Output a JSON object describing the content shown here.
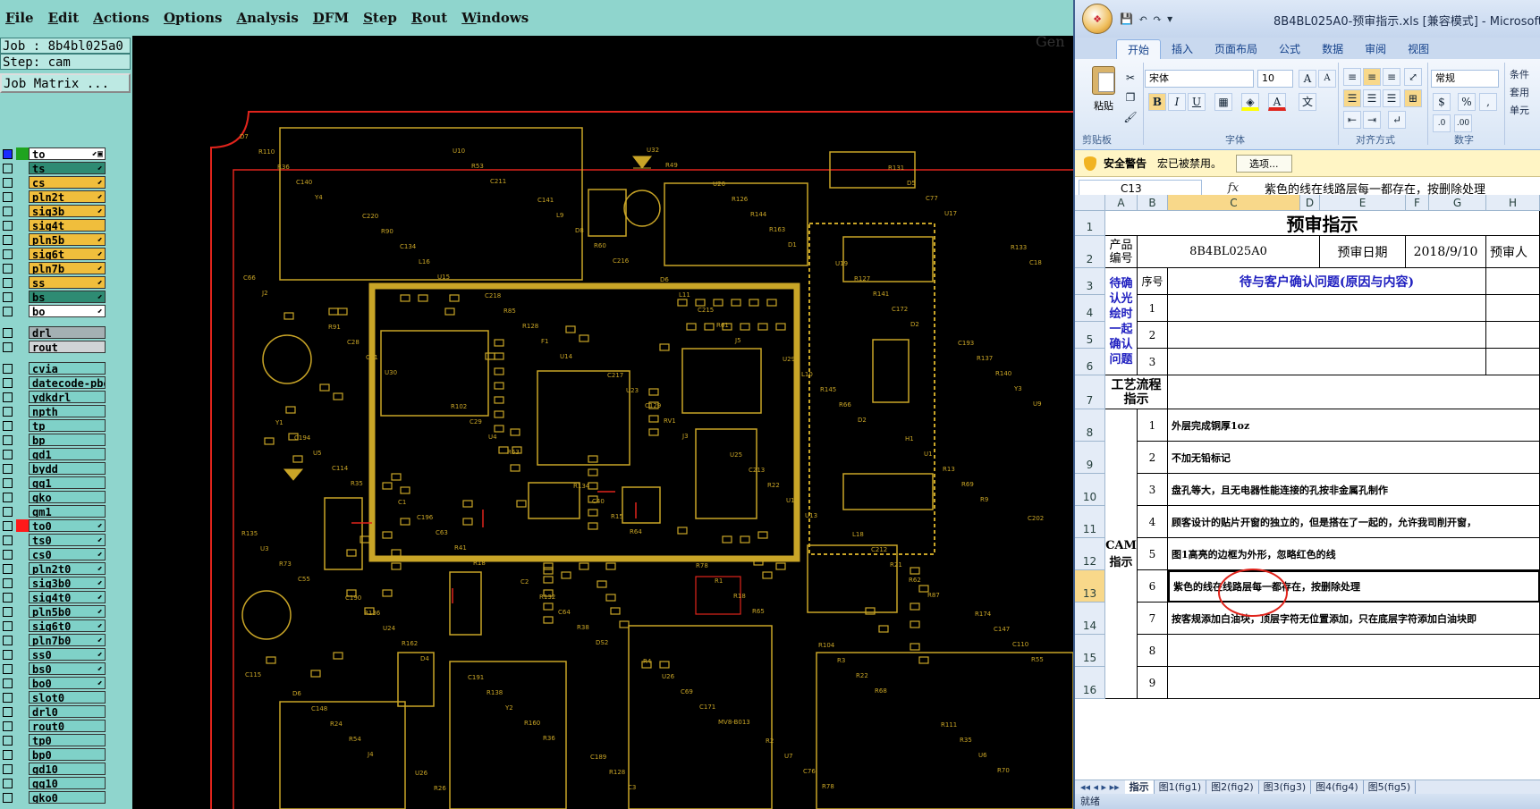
{
  "cam": {
    "menu": [
      "File",
      "Edit",
      "Actions",
      "Options",
      "Analysis",
      "DFM",
      "Step",
      "Rout",
      "Windows"
    ],
    "job_label": "Job : 8b4bl025a0",
    "step_label": "Step: cam",
    "job_matrix_label": "Job Matrix ...",
    "layers_top": [
      {
        "name": "to",
        "bg": "#ffffff",
        "swatch": "#1fa41f",
        "sel": true,
        "flag": "⬋▣"
      },
      {
        "name": "ts",
        "bg": "#2e8b73",
        "flag": "⬋"
      },
      {
        "name": "cs",
        "bg": "#f0be3c",
        "flag": "⬋"
      },
      {
        "name": "pln2t",
        "bg": "#f0be3c",
        "flag": "⬋"
      },
      {
        "name": "sig3b",
        "bg": "#f0be3c",
        "flag": "⬋"
      },
      {
        "name": "sig4t",
        "bg": "#f0be3c",
        "flag": ""
      },
      {
        "name": "pln5b",
        "bg": "#f0be3c",
        "flag": "⬋"
      },
      {
        "name": "sig6t",
        "bg": "#f0be3c",
        "flag": "⬋"
      },
      {
        "name": "pln7b",
        "bg": "#f0be3c",
        "flag": "⬋"
      },
      {
        "name": "ss",
        "bg": "#f0be3c",
        "flag": "⬋"
      },
      {
        "name": "bs",
        "bg": "#2e8b73",
        "flag": "⬋"
      },
      {
        "name": "bo",
        "bg": "#ffffff",
        "flag": "⬋"
      }
    ],
    "layers_mid": [
      {
        "name": "drl",
        "bg": "#a4b0b3",
        "flag": ""
      },
      {
        "name": "rout",
        "bg": "#d0d4d6",
        "flag": ""
      }
    ],
    "layers_bottom": [
      {
        "name": "cvia",
        "flag": ""
      },
      {
        "name": "datecode-pbo",
        "flag": ""
      },
      {
        "name": "ydkdrl",
        "flag": ""
      },
      {
        "name": "npth",
        "flag": ""
      },
      {
        "name": "tp",
        "flag": ""
      },
      {
        "name": "bp",
        "flag": ""
      },
      {
        "name": "gd1",
        "flag": ""
      },
      {
        "name": "bydd",
        "flag": ""
      },
      {
        "name": "gg1",
        "flag": ""
      },
      {
        "name": "gko",
        "flag": ""
      },
      {
        "name": "gm1",
        "flag": ""
      },
      {
        "name": "to0",
        "flag": "⬋",
        "swatch": "#ff1a1a"
      },
      {
        "name": "ts0",
        "flag": "⬋"
      },
      {
        "name": "cs0",
        "flag": "⬋"
      },
      {
        "name": "pln2t0",
        "flag": "⬋"
      },
      {
        "name": "sig3b0",
        "flag": "⬋"
      },
      {
        "name": "sig4t0",
        "flag": "⬋"
      },
      {
        "name": "pln5b0",
        "flag": "⬋"
      },
      {
        "name": "sig6t0",
        "flag": "⬋"
      },
      {
        "name": "pln7b0",
        "flag": "⬋"
      },
      {
        "name": "ss0",
        "flag": "⬋"
      },
      {
        "name": "bs0",
        "flag": "⬋"
      },
      {
        "name": "bo0",
        "flag": "⬋"
      },
      {
        "name": "slot0",
        "flag": ""
      },
      {
        "name": "drl0",
        "flag": ""
      },
      {
        "name": "rout0",
        "flag": ""
      },
      {
        "name": "tp0",
        "flag": ""
      },
      {
        "name": "bp0",
        "flag": ""
      },
      {
        "name": "gd10",
        "flag": ""
      },
      {
        "name": "gg10",
        "flag": ""
      },
      {
        "name": "gko0",
        "flag": ""
      }
    ],
    "top_right_fragment": "Gen",
    "refdes": [
      "D7",
      "C220",
      "C218",
      "C217",
      "U25",
      "L18",
      "R174",
      "D6",
      "U26",
      "C141",
      "D6",
      "U29",
      "H1",
      "C202",
      "C190",
      "C191",
      "C189",
      "U20",
      "U19",
      "C193",
      "Y1",
      "C1",
      "C2",
      "R4",
      "R2",
      "R131",
      "R133",
      "R91",
      "R102",
      "R134",
      "R78",
      "R104",
      "R111",
      "R110",
      "R90",
      "R85",
      "U23",
      "C213",
      "C212",
      "C147",
      "C148",
      "R26",
      "L9",
      "L11",
      "L10",
      "U1",
      "R135",
      "R136",
      "R138",
      "R128",
      "R126",
      "R127",
      "R137",
      "C194",
      "C196",
      "R132",
      "U26",
      "U7",
      "D5",
      "C18",
      "C28",
      "C29",
      "C40",
      "R1",
      "R3",
      "R35",
      "R36",
      "C134",
      "R128",
      "C129",
      "R22",
      "R21",
      "C110",
      "R24",
      "U10",
      "D8",
      "C215",
      "R145",
      "R13",
      "U3",
      "U24",
      "Y2",
      "C3",
      "R144",
      "R141",
      "R140",
      "U5",
      "C63",
      "C64",
      "C69",
      "C76",
      "C77",
      "C66",
      "C91",
      "U4",
      "R15",
      "R18",
      "R22",
      "U6",
      "C140",
      "L16",
      "F1",
      "RV1",
      "U16",
      "R62",
      "R55",
      "R54",
      "R53",
      "R60",
      "R61",
      "R66",
      "R69",
      "R73",
      "R162",
      "R160",
      "U32",
      "R163",
      "C172",
      "Y3",
      "C114",
      "R41",
      "R38",
      "C171",
      "R78",
      "U17",
      "J2",
      "U30",
      "R63",
      "R64",
      "R65",
      "R68",
      "R70",
      "Y4",
      "U15",
      "U14",
      "J3",
      "U13",
      "R87",
      "C115",
      "J4",
      "C211",
      "C216",
      "J5",
      "D2",
      "R9",
      "C55",
      "D4",
      "R36",
      "R49",
      "D1",
      "D2",
      "U9",
      "R35",
      "R18",
      "DS2",
      "MV8-B013"
    ]
  },
  "excel": {
    "orb_label": "Office",
    "title": "8B4BL025A0-预审指示.xls  [兼容模式] - Microsoft Excel",
    "tabs": [
      "开始",
      "插入",
      "页面布局",
      "公式",
      "数据",
      "审阅",
      "视图"
    ],
    "ribbon": {
      "paste": "粘贴",
      "font_name": "宋体",
      "font_size": "10",
      "number_format": "常规",
      "groups": [
        "剪贴板",
        "字体",
        "对齐方式",
        "数字"
      ],
      "styles_fragment": [
        "条件",
        "套用",
        "单元"
      ]
    },
    "security": {
      "title": "安全警告",
      "message": "宏已被禁用。",
      "button": "选项..."
    },
    "namebox": "C13",
    "fx": "fx",
    "formula": "紫色的线在线路层每一都存在，按删除处理",
    "columns": [
      {
        "label": "A",
        "w": 36
      },
      {
        "label": "B",
        "w": 34
      },
      {
        "label": "C",
        "w": 148
      },
      {
        "label": "D",
        "w": 22
      },
      {
        "label": "E",
        "w": 96
      },
      {
        "label": "F",
        "w": 26
      },
      {
        "label": "G",
        "w": 64
      },
      {
        "label": "H",
        "w": 60
      }
    ],
    "rows": [
      {
        "n": "1",
        "h": 28
      },
      {
        "n": "2",
        "h": 36
      },
      {
        "n": "3",
        "h": 30
      },
      {
        "n": "4",
        "h": 30
      },
      {
        "n": "5",
        "h": 30
      },
      {
        "n": "6",
        "h": 30
      },
      {
        "n": "7",
        "h": 38
      },
      {
        "n": "8",
        "h": 36
      },
      {
        "n": "9",
        "h": 36
      },
      {
        "n": "10",
        "h": 36
      },
      {
        "n": "11",
        "h": 36
      },
      {
        "n": "12",
        "h": 36
      },
      {
        "n": "13",
        "h": 36
      },
      {
        "n": "14",
        "h": 36
      },
      {
        "n": "15",
        "h": 36
      },
      {
        "n": "16",
        "h": 36
      }
    ],
    "sheet": {
      "title": "预审指示",
      "product_label": "产品编号",
      "product_value": "8B4BL025A0",
      "date_label": "预审日期",
      "date_value": "2018/9/10",
      "reviewer_fragment": "预审人",
      "seq_label": "序号",
      "confirm_header": "待与客户确认问题(原因与内容)",
      "confirm_side": "待确认光绘时一起确认问题",
      "confirm_nums": [
        "1",
        "2",
        "3"
      ],
      "process_label": "工艺流程指示",
      "cam_label": "CAM指示",
      "cam_items": [
        {
          "n": "1",
          "text": "外层完成铜厚1oz"
        },
        {
          "n": "2",
          "text": "不加无铅标记"
        },
        {
          "n": "3",
          "text": "盘孔等大，且无电器性能连接的孔按非金属孔制作"
        },
        {
          "n": "4",
          "text": "顾客设计的贴片开窗的独立的，但是搭在了一起的，允许我司削开窗，"
        },
        {
          "n": "5",
          "text": "图1高亮的边框为外形，忽略红色的线"
        },
        {
          "n": "6",
          "text": "紫色的线在线路层每一都存在，按删除处理"
        },
        {
          "n": "7",
          "text": "按客规添加白油块，顶层字符无位置添加，只在底层字符添加白油块即"
        },
        {
          "n": "8",
          "text": ""
        },
        {
          "n": "9",
          "text": ""
        }
      ]
    },
    "sheet_tabs": [
      "指示",
      "图1(fig1)",
      "图2(fig2)",
      "图3(fig3)",
      "图4(fig4)",
      "图5(fig5)"
    ],
    "status": "就绪"
  }
}
